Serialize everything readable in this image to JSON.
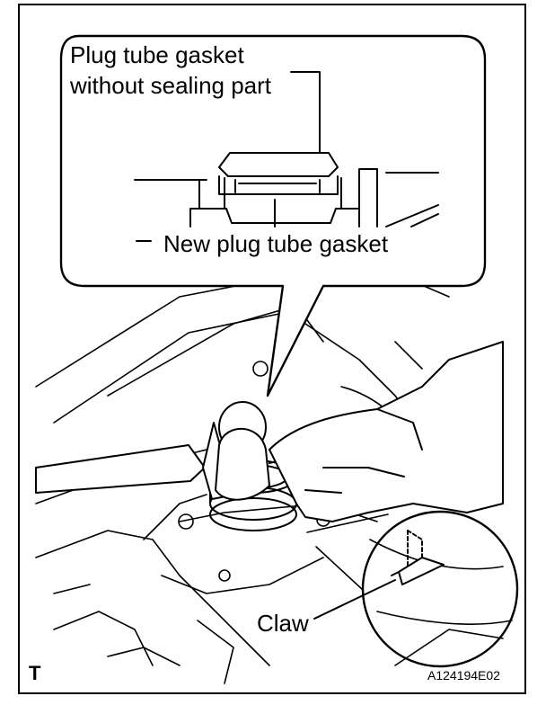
{
  "labels": {
    "plug_tube_gasket_line1": "Plug tube gasket",
    "plug_tube_gasket_line2": "without sealing part",
    "new_plug_tube_gasket": "New plug tube gasket",
    "claw": "Claw",
    "view_marker": "T",
    "figure_code": "A124194E02"
  },
  "colors": {
    "ink": "#000000",
    "paper": "#ffffff"
  }
}
